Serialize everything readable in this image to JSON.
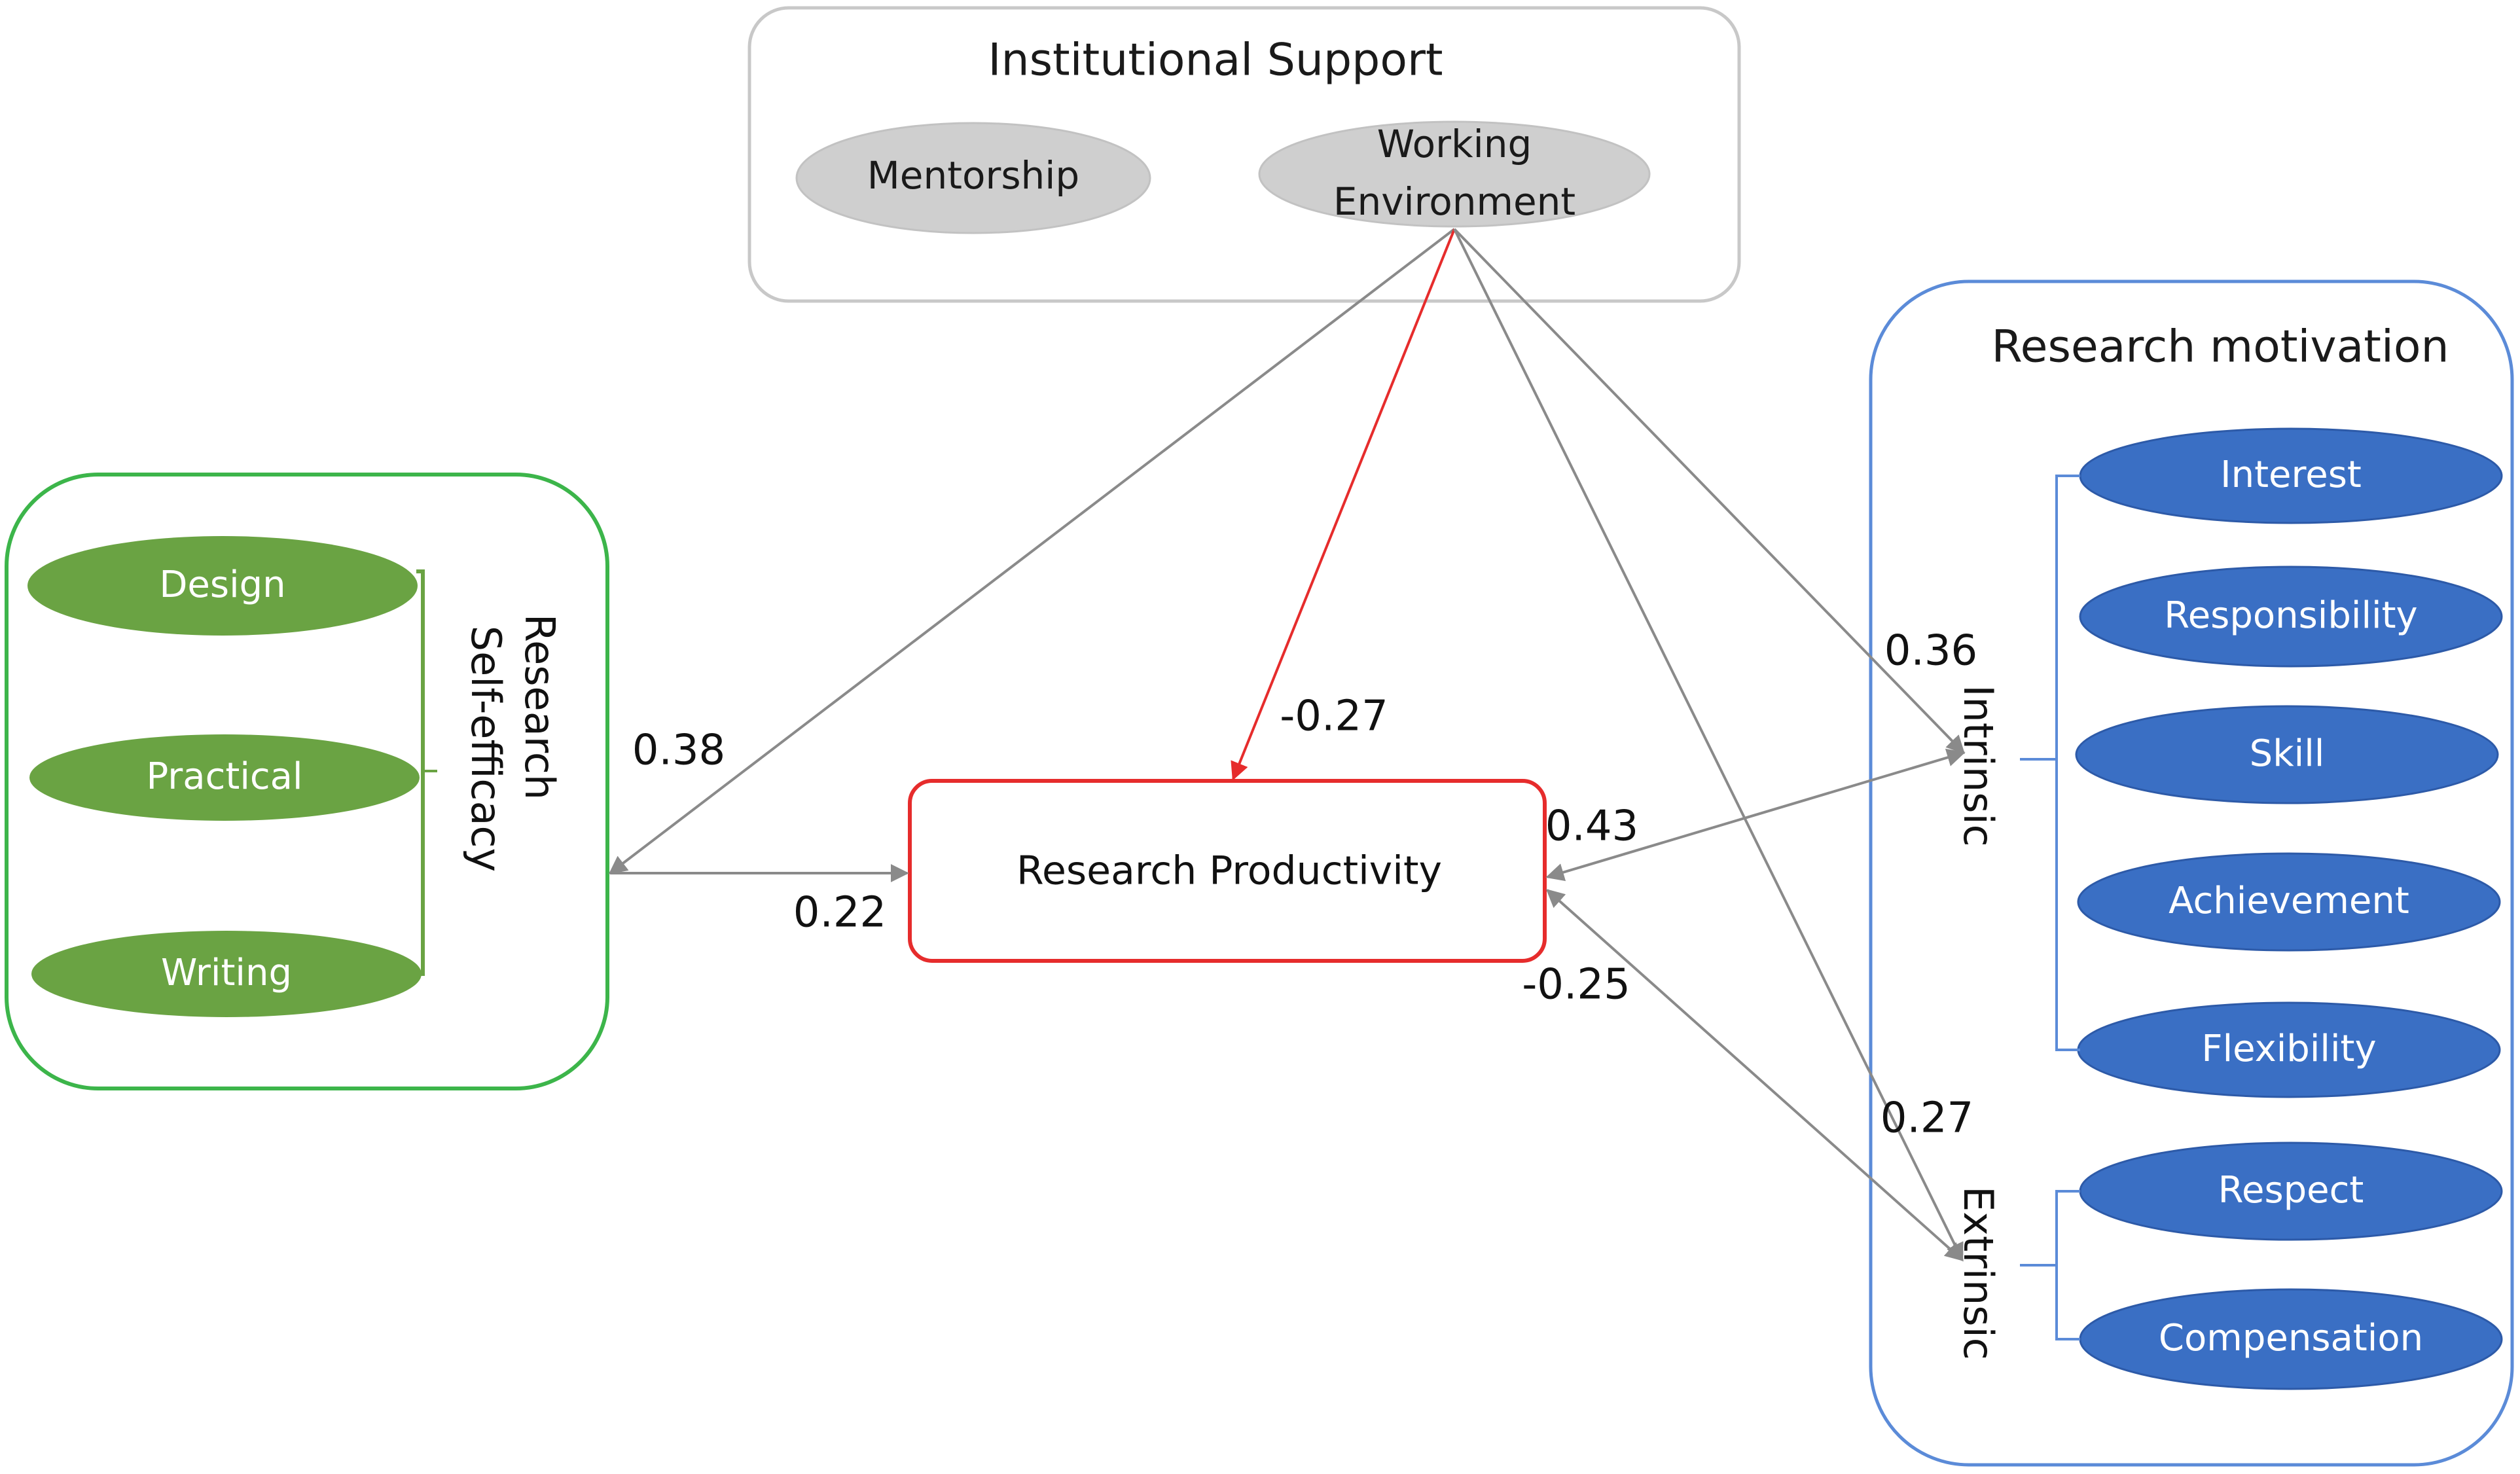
{
  "colors": {
    "green": "#6aa343",
    "green_border": "#3cb54a",
    "blue": "#3a6fc4",
    "blue_border": "#5b8bd8",
    "grey_fill": "#cfcfcf",
    "grey_border": "#c8c8c8",
    "red": "#e62c2c",
    "arrow_grey": "#8a8a8a"
  },
  "institutional_support": {
    "title": "Institutional Support",
    "mentorship": "Mentorship",
    "working_env_line1": "Working",
    "working_env_line2": "Environment"
  },
  "self_efficacy": {
    "label_line1": "Research",
    "label_line2": "Self-efficacy",
    "items": [
      "Design",
      "Practical",
      "Writing"
    ]
  },
  "productivity": {
    "label": "Research Productivity"
  },
  "motivation": {
    "title": "Research motivation",
    "intrinsic_label": "Intrinsic",
    "extrinsic_label": "Extrinsic",
    "intrinsic_items": [
      "Interest",
      "Responsibility",
      "Skill",
      "Achievement",
      "Flexibility"
    ],
    "extrinsic_items": [
      "Respect",
      "Compensation"
    ]
  },
  "coefficients": {
    "we_to_se": "0.38",
    "se_to_rp": "0.22",
    "we_to_rp": "-0.27",
    "intrinsic_to_rp": "0.43",
    "extrinsic_to_rp": "-0.25",
    "we_to_intrinsic": "0.36",
    "we_to_extrinsic": "0.27"
  }
}
